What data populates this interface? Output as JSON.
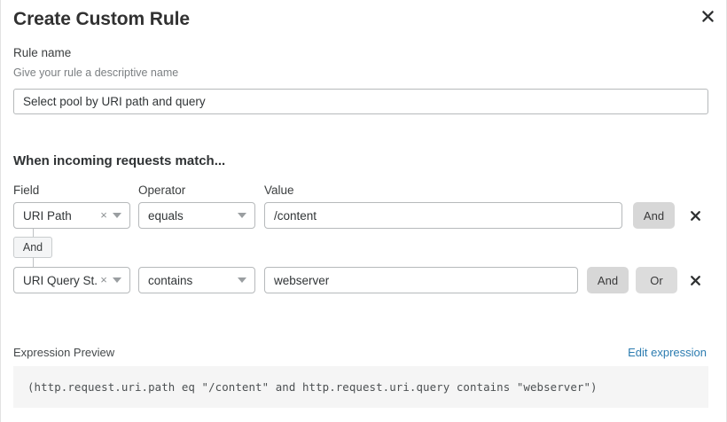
{
  "dialog": {
    "title": "Create Custom Rule",
    "close_icon": "close-icon"
  },
  "rule_name": {
    "label": "Rule name",
    "sublabel": "Give your rule a descriptive name",
    "value": "Select pool by URI path and query",
    "placeholder": "Select pool by URI path and query"
  },
  "match_section": {
    "heading": "When incoming requests match...",
    "columns": {
      "field": "Field",
      "operator": "Operator",
      "value": "Value"
    },
    "connector_badge": "And",
    "rows": [
      {
        "field": "URI Path",
        "clear_glyph": "×",
        "operator": "equals",
        "value": "/content",
        "buttons": [
          "And"
        ],
        "remove": "✕"
      },
      {
        "field": "URI Query St...",
        "clear_glyph": "×",
        "operator": "contains",
        "value": "webserver",
        "buttons": [
          "And",
          "Or"
        ],
        "remove": "✕"
      }
    ]
  },
  "expression_preview": {
    "label": "Expression Preview",
    "edit_link": "Edit expression",
    "expression": "(http.request.uri.path eq \"/content\" and http.request.uri.query contains \"webserver\")"
  },
  "colors": {
    "link": "#2c7cb0",
    "button_grey": "#d7d7d7",
    "border": "#b6b9bb",
    "code_bg": "#f5f5f5"
  }
}
